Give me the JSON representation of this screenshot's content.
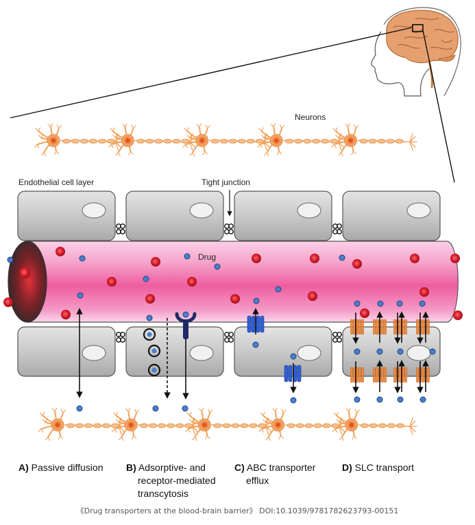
{
  "labels": {
    "neurons": "Neurons",
    "endothelial": "Endothelial cell layer",
    "tight_junction": "Tight junction",
    "drug": "Drug"
  },
  "captions": [
    {
      "letter": "A)",
      "line1": "Passive diffusion",
      "line2": "",
      "line3": ""
    },
    {
      "letter": "B)",
      "line1": "Adsorptive- and",
      "line2": "receptor-mediated",
      "line3": "transcytosis"
    },
    {
      "letter": "C)",
      "line1": "ABC transporter",
      "line2": "efflux",
      "line3": ""
    },
    {
      "letter": "D)",
      "line1": "SLC transport",
      "line2": "",
      "line3": ""
    }
  ],
  "citation": "《Drug transporters at the blood-brain barrier》 DOI:10.1039/9781782623793-00151",
  "colors": {
    "vessel_pink": "#f06aa8",
    "cell_gray": "#c8c8c8",
    "neuron_orange": "#f4a25a",
    "red_cell": "#d81b2a",
    "drug_blue": "#4a7fd0",
    "abc_transporter": "#2f5fd6",
    "slc_transporter": "#f08a3a",
    "receptor_navy": "#1e2a66",
    "brain": "#e6a070"
  }
}
